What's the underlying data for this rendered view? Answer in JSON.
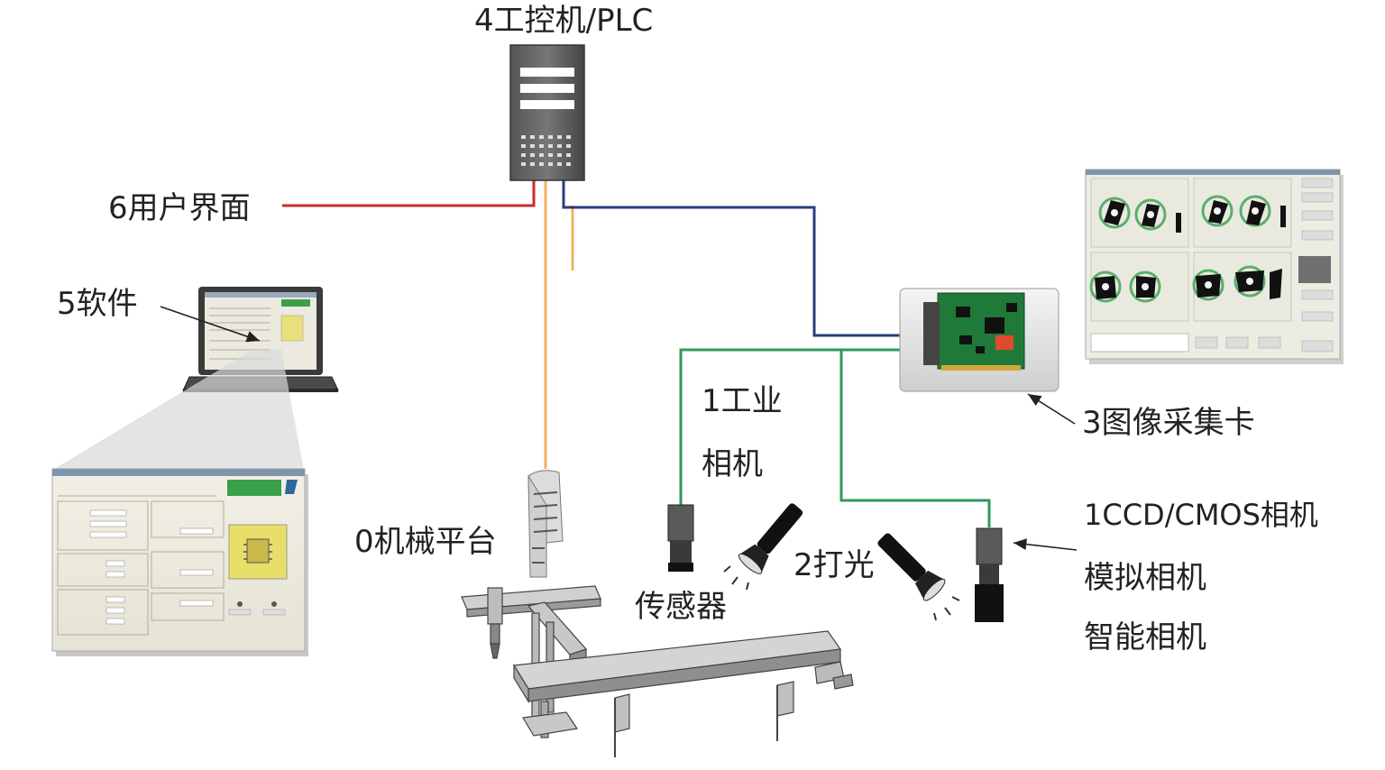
{
  "labels": {
    "plc": "4工控机/PLC",
    "ui": "6用户界面",
    "software": "5软件",
    "industrial_camera_line1": "1工业",
    "industrial_camera_line2": "相机",
    "capture_card": "3图像采集卡",
    "ccd_cmos": "1CCD/CMOS相机",
    "analog_camera": "模拟相机",
    "smart_camera": "智能相机",
    "platform": "0机械平台",
    "lighting": "2打光",
    "sensor": "传感器"
  },
  "colors": {
    "ui_line": "#cc2c2c",
    "platform_line": "#f0b060",
    "card_line": "#2e3b7a",
    "camera_line": "#2e9a5a"
  },
  "icons": [
    "server-icon",
    "laptop-icon",
    "software-screen-icon",
    "capture-card-icon",
    "image-result-screen-icon",
    "industrial-camera-icon",
    "smart-camera-icon",
    "flashlight-icon",
    "mechanical-platform-icon",
    "sensor-tape-icon"
  ]
}
